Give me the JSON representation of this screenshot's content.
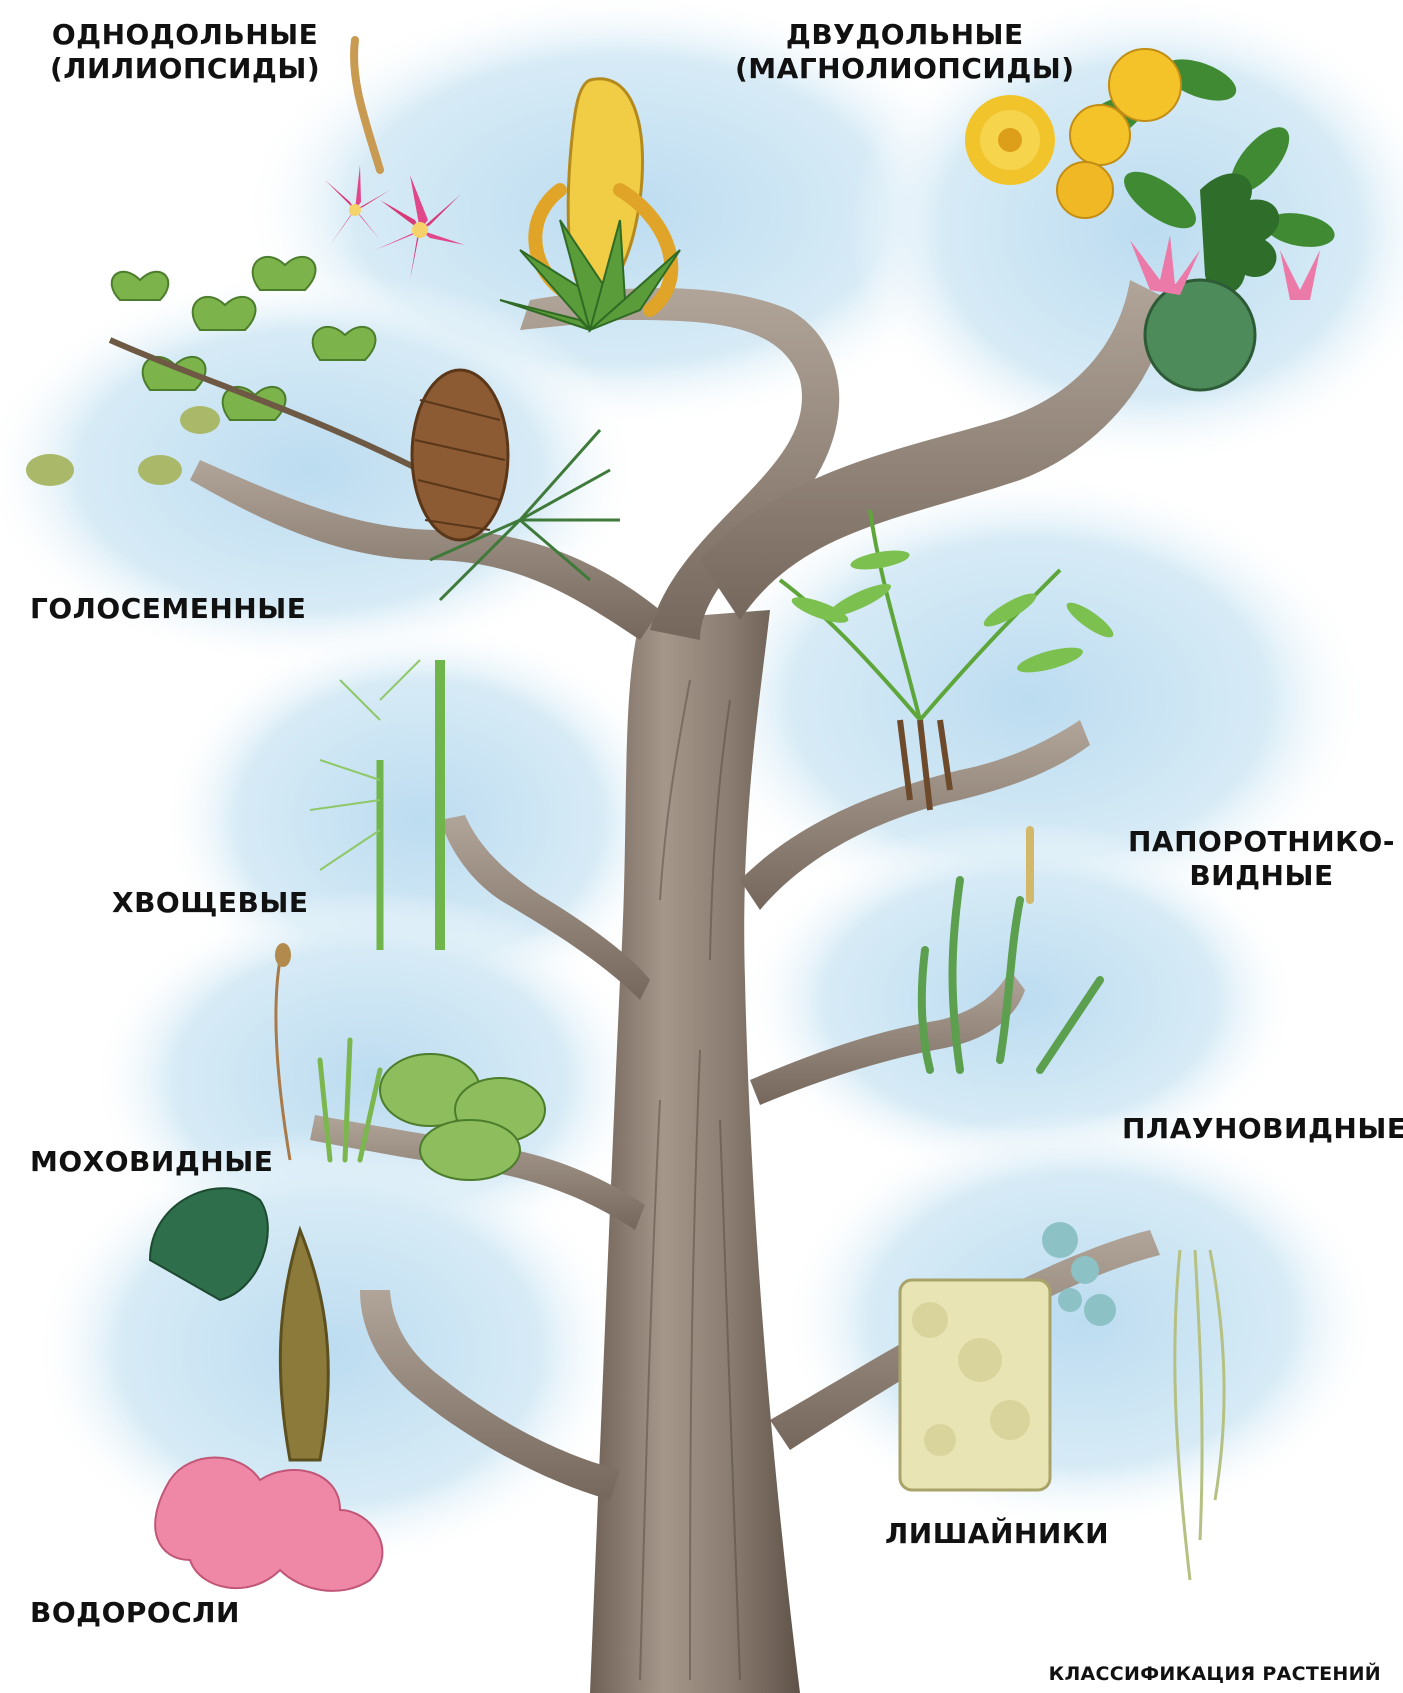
{
  "labels": {
    "monocots": [
      "ОДНОДОЛЬНЫЕ",
      "(ЛИЛИОПСИДЫ)"
    ],
    "dicots": [
      "ДВУДОЛЬНЫЕ",
      "(МАГНОЛИОПСИДЫ)"
    ],
    "gymnosperms": "ГОЛОСЕМЕННЫЕ",
    "ferns": [
      "ПАПОРОТНИКО-",
      "ВИДНЫЕ"
    ],
    "horsetails": "ХВОЩЕВЫЕ",
    "clubmosses": "ПЛАУНОВИДНЫЕ",
    "mosses": "МОХОВИДНЫЕ",
    "lichens": "ЛИШАЙНИКИ",
    "algae": "ВОДОРОСЛИ"
  },
  "caption": "КЛАССИФИКАЦИЯ РАСТЕНИЙ",
  "colors": {
    "sky": "#cfe6f4",
    "bark": "#8d7d6f",
    "bark_dark": "#5d4f45",
    "leaf": "#6aa63a",
    "text": "#111111"
  }
}
